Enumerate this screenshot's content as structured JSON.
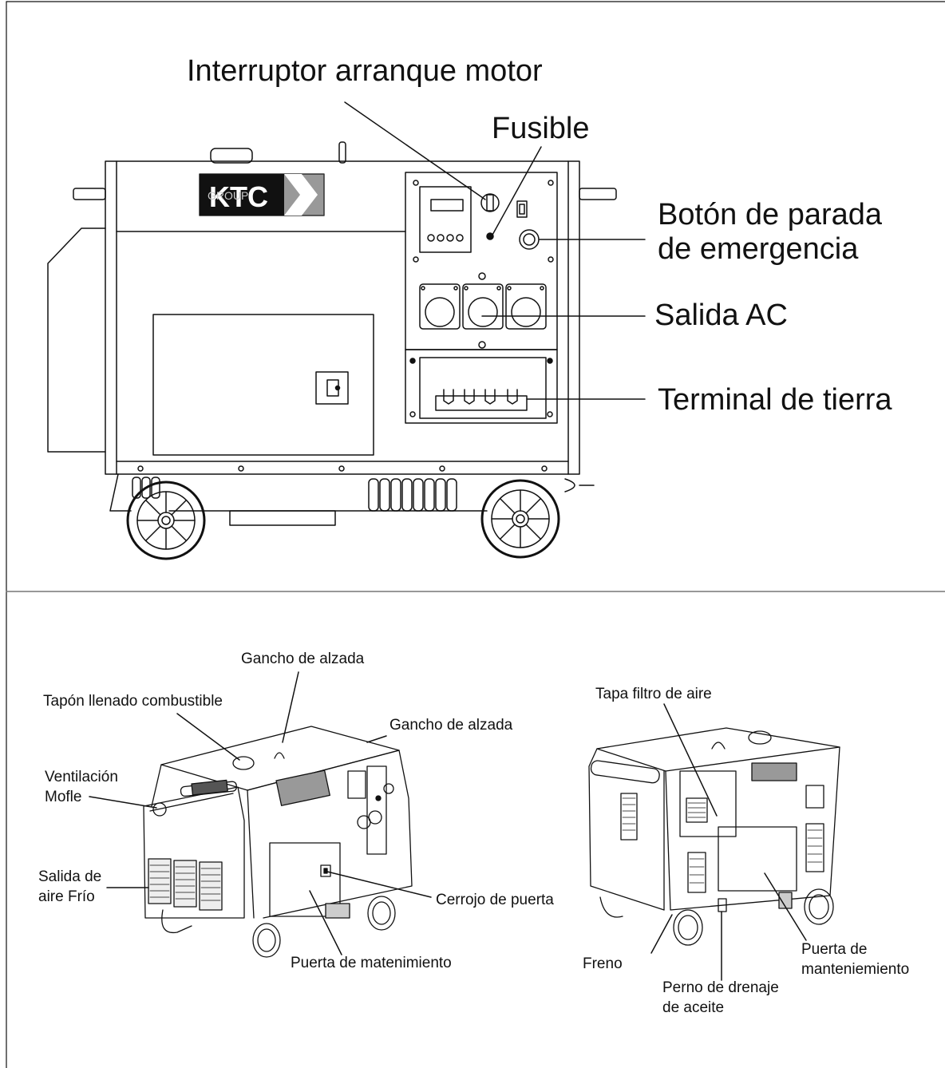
{
  "top_callouts": {
    "engine_start_switch": "Interruptor arranque motor",
    "fuse": "Fusible",
    "emergency_stop": "Botón de parada\nde emergencia",
    "ac_output": "Salida AC",
    "ground_terminal": "Terminal de tierra"
  },
  "bottom_left_callouts": {
    "lifting_hook_top": "Gancho de alzada",
    "fuel_cap": "Tapón llenado combustible",
    "lifting_hook_right": "Gancho de alzada",
    "muffler_vent": "Ventilación\nMofle",
    "cold_air_outlet": "Salida de\naire Frío",
    "door_latch": "Cerrojo de puerta",
    "maintenance_door": "Puerta de matenimiento"
  },
  "bottom_right_callouts": {
    "air_filter_cover": "Tapa filtro de aire",
    "brake": "Freno",
    "maintenance_door": "Puerta de\nmanteniemiento",
    "oil_drain": "Perno de drenaje\nde aceite"
  },
  "logo": {
    "main": "KTC",
    "sub": "GROUP"
  }
}
